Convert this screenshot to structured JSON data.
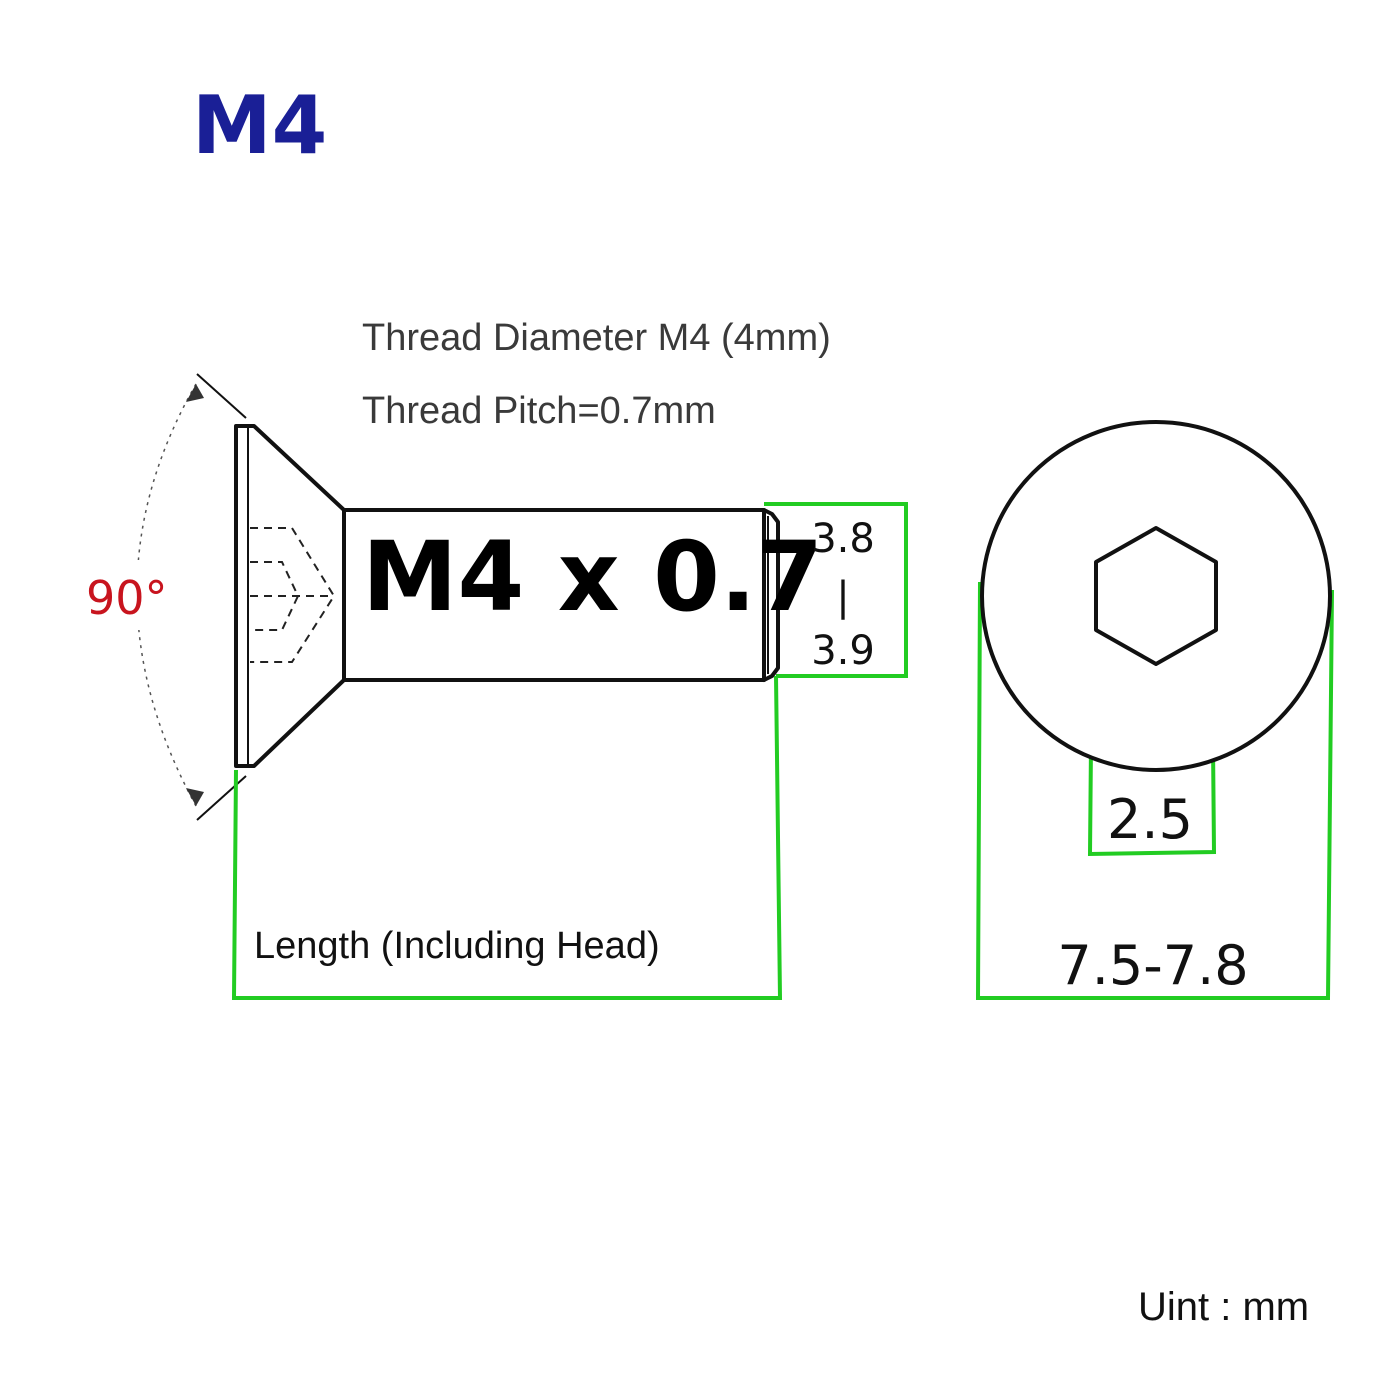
{
  "title": "M4",
  "specs": {
    "thread_diameter": "Thread Diameter M4 (4mm)",
    "thread_pitch": "Thread Pitch=0.7mm"
  },
  "screw": {
    "label": "M4 x 0.7",
    "head_angle": "90°"
  },
  "dimensions": {
    "shank_top": "3.8",
    "shank_sep": "|",
    "shank_bottom": "3.9",
    "hex_socket": "2.5",
    "head_diameter": "7.5-7.8",
    "length": "Length (Including Head)"
  },
  "unit": "Uint : mm",
  "colors": {
    "title": "#1a1f96",
    "angle": "#c8141e",
    "dimension_lines": "#22cc22",
    "outline": "#111111"
  }
}
